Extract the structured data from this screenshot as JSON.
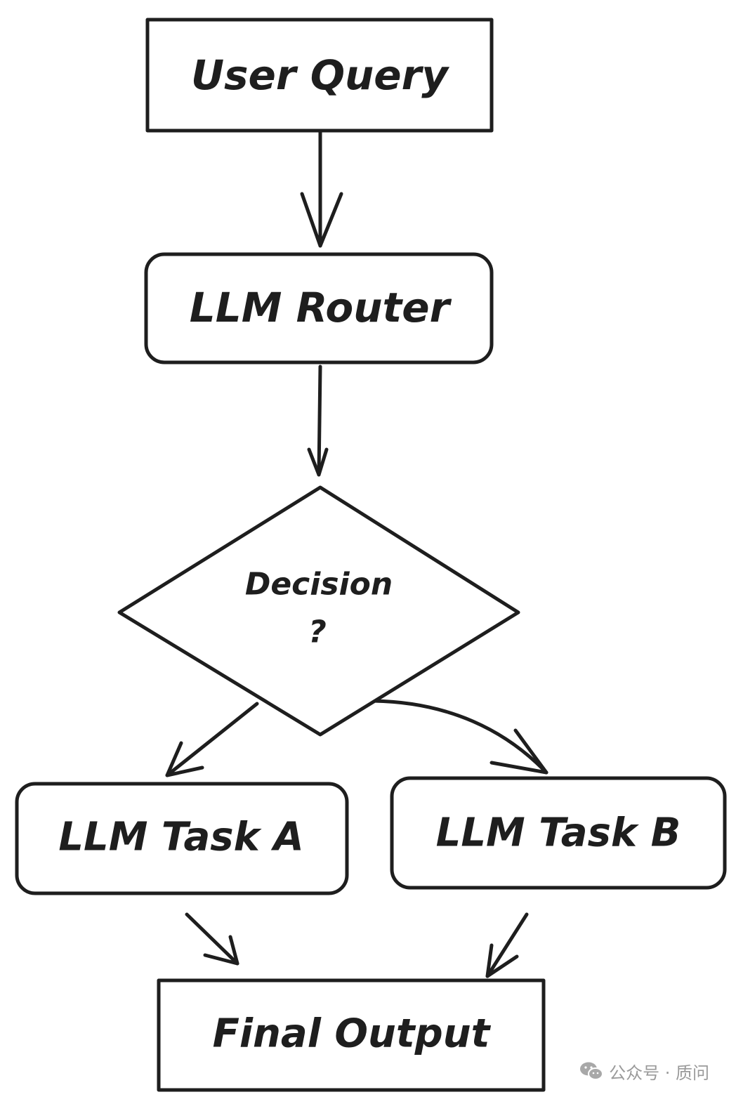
{
  "diagram": {
    "nodes": {
      "user_query": "User Query",
      "llm_router": "LLM Router",
      "decision_line1": "Decision",
      "decision_line2": "?",
      "task_a": "LLM Task A",
      "task_b": "LLM Task B",
      "final_output": "Final Output"
    },
    "edges": [
      {
        "from": "user_query",
        "to": "llm_router"
      },
      {
        "from": "llm_router",
        "to": "decision"
      },
      {
        "from": "decision",
        "to": "task_a"
      },
      {
        "from": "decision",
        "to": "task_b"
      },
      {
        "from": "task_a",
        "to": "final_output"
      },
      {
        "from": "task_b",
        "to": "final_output"
      }
    ],
    "stroke_color": "#1e1e1e",
    "background": "#ffffff"
  },
  "watermark": {
    "text": "公众号 · 质问",
    "icon": "wechat-icon",
    "color": "#9a9a9a"
  }
}
